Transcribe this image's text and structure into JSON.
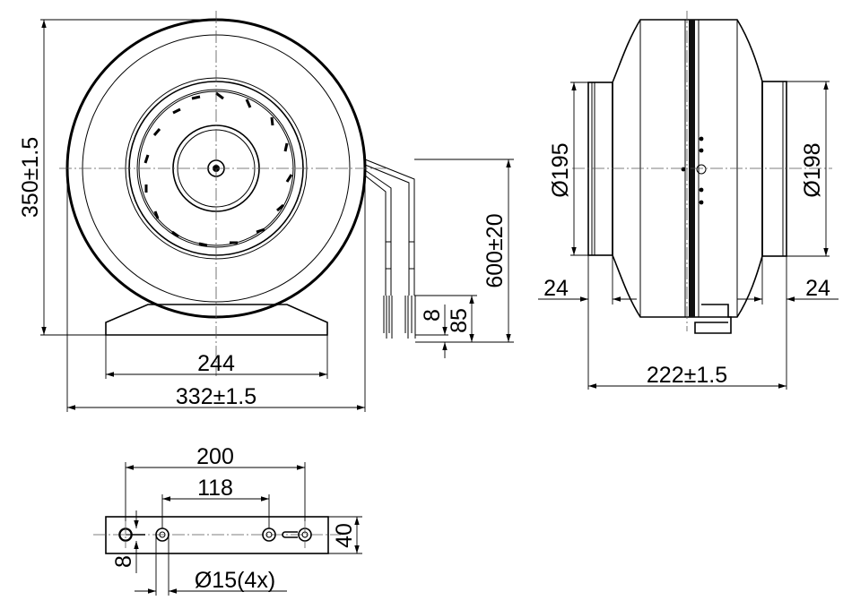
{
  "front_view": {
    "height": "350±1.5",
    "base_width": "244",
    "overall_width": "332±1.5",
    "cable_length": "600±20",
    "wire_strip": "8",
    "wire_end": "85"
  },
  "side_view": {
    "inlet_diameter": "Ø195",
    "outlet_diameter": "Ø198",
    "spigot_left": "24",
    "spigot_right": "24",
    "overall_length": "222±1.5"
  },
  "bracket": {
    "outer_spacing": "200",
    "inner_spacing": "118",
    "height": "40",
    "hole_offset": "8",
    "hole_spec": "Ø15(4x)"
  }
}
